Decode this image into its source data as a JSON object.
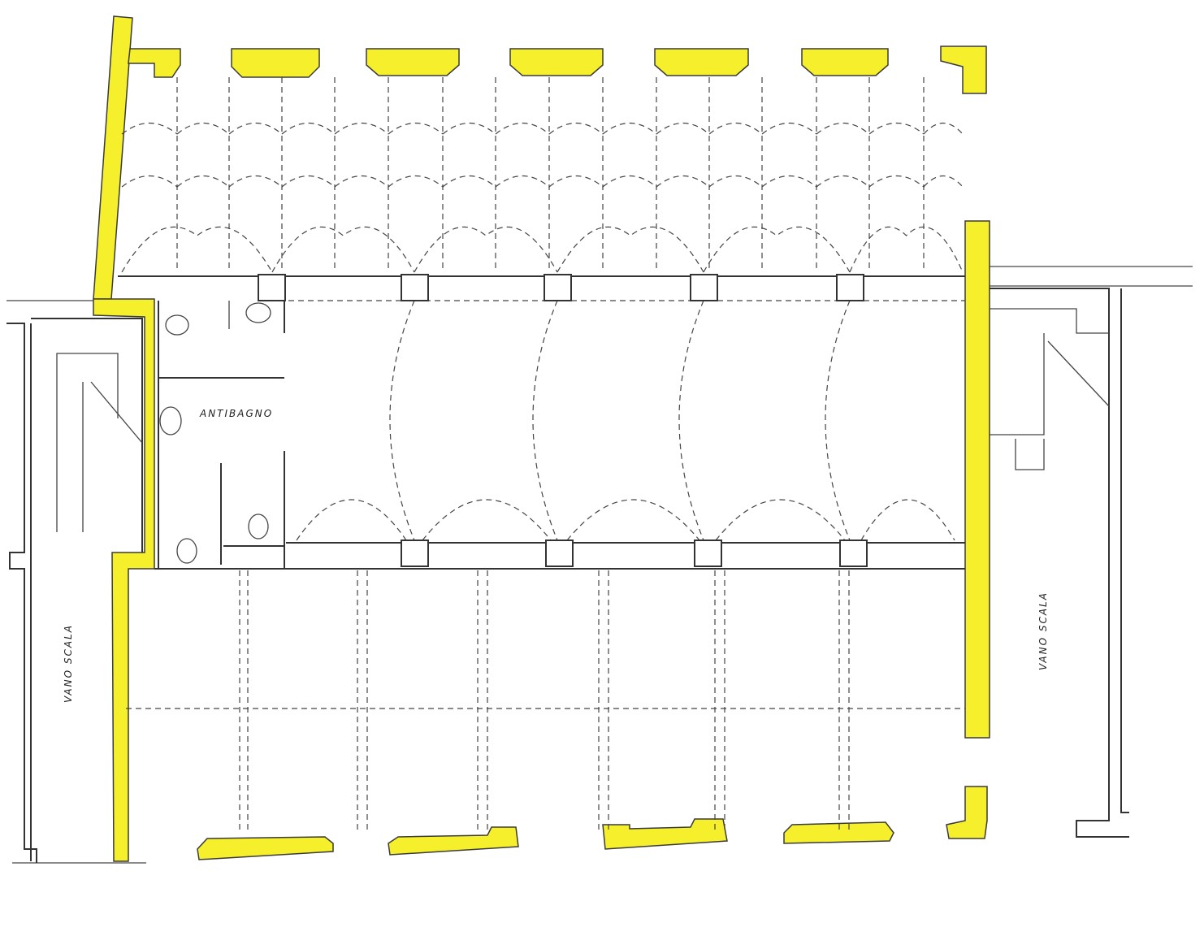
{
  "labels": {
    "antibagno": "ANTIBAGNO",
    "stair_left": "VANO SCALA",
    "stair_right": "VANO SCALA"
  },
  "colors": {
    "highlight": "#f6f02c",
    "line": "#333333"
  }
}
